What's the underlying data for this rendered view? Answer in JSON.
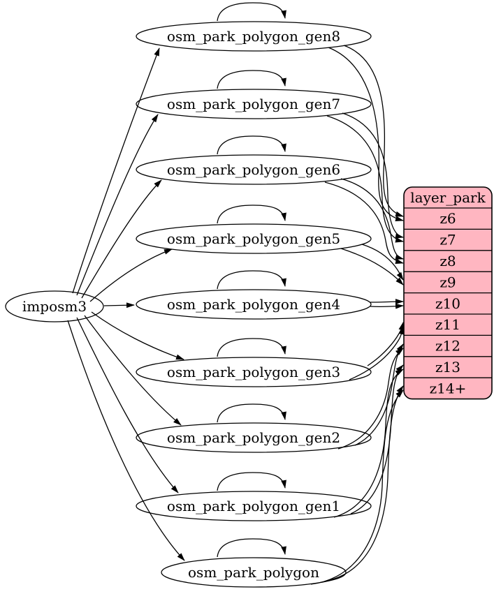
{
  "diagram": {
    "kind": "graphviz-etl-diagram",
    "colors": {
      "background": "#ffffff",
      "node_fill": "#ffffff",
      "node_stroke": "#000000",
      "edge_stroke": "#000000",
      "table_fill": "#ffb6c1",
      "table_stroke": "#000000",
      "text": "#000000"
    },
    "source_node": {
      "label": "imposm3"
    },
    "table_nodes": [
      {
        "label": "osm_park_polygon_gen8",
        "self_loop": true,
        "target_row": "z6"
      },
      {
        "label": "osm_park_polygon_gen7",
        "self_loop": true,
        "target_row": "z7"
      },
      {
        "label": "osm_park_polygon_gen6",
        "self_loop": true,
        "target_row": "z8"
      },
      {
        "label": "osm_park_polygon_gen5",
        "self_loop": true,
        "target_row": "z9"
      },
      {
        "label": "osm_park_polygon_gen4",
        "self_loop": true,
        "target_row": "z10"
      },
      {
        "label": "osm_park_polygon_gen3",
        "self_loop": true,
        "target_row": "z11"
      },
      {
        "label": "osm_park_polygon_gen2",
        "self_loop": true,
        "target_row": "z12"
      },
      {
        "label": "osm_park_polygon_gen1",
        "self_loop": true,
        "target_row": "z13"
      },
      {
        "label": "osm_park_polygon",
        "self_loop": true,
        "target_row": "z14+"
      }
    ],
    "layer_table": {
      "title": "layer_park",
      "rows": [
        "z6",
        "z7",
        "z8",
        "z9",
        "z10",
        "z11",
        "z12",
        "z13",
        "z14+"
      ]
    }
  }
}
